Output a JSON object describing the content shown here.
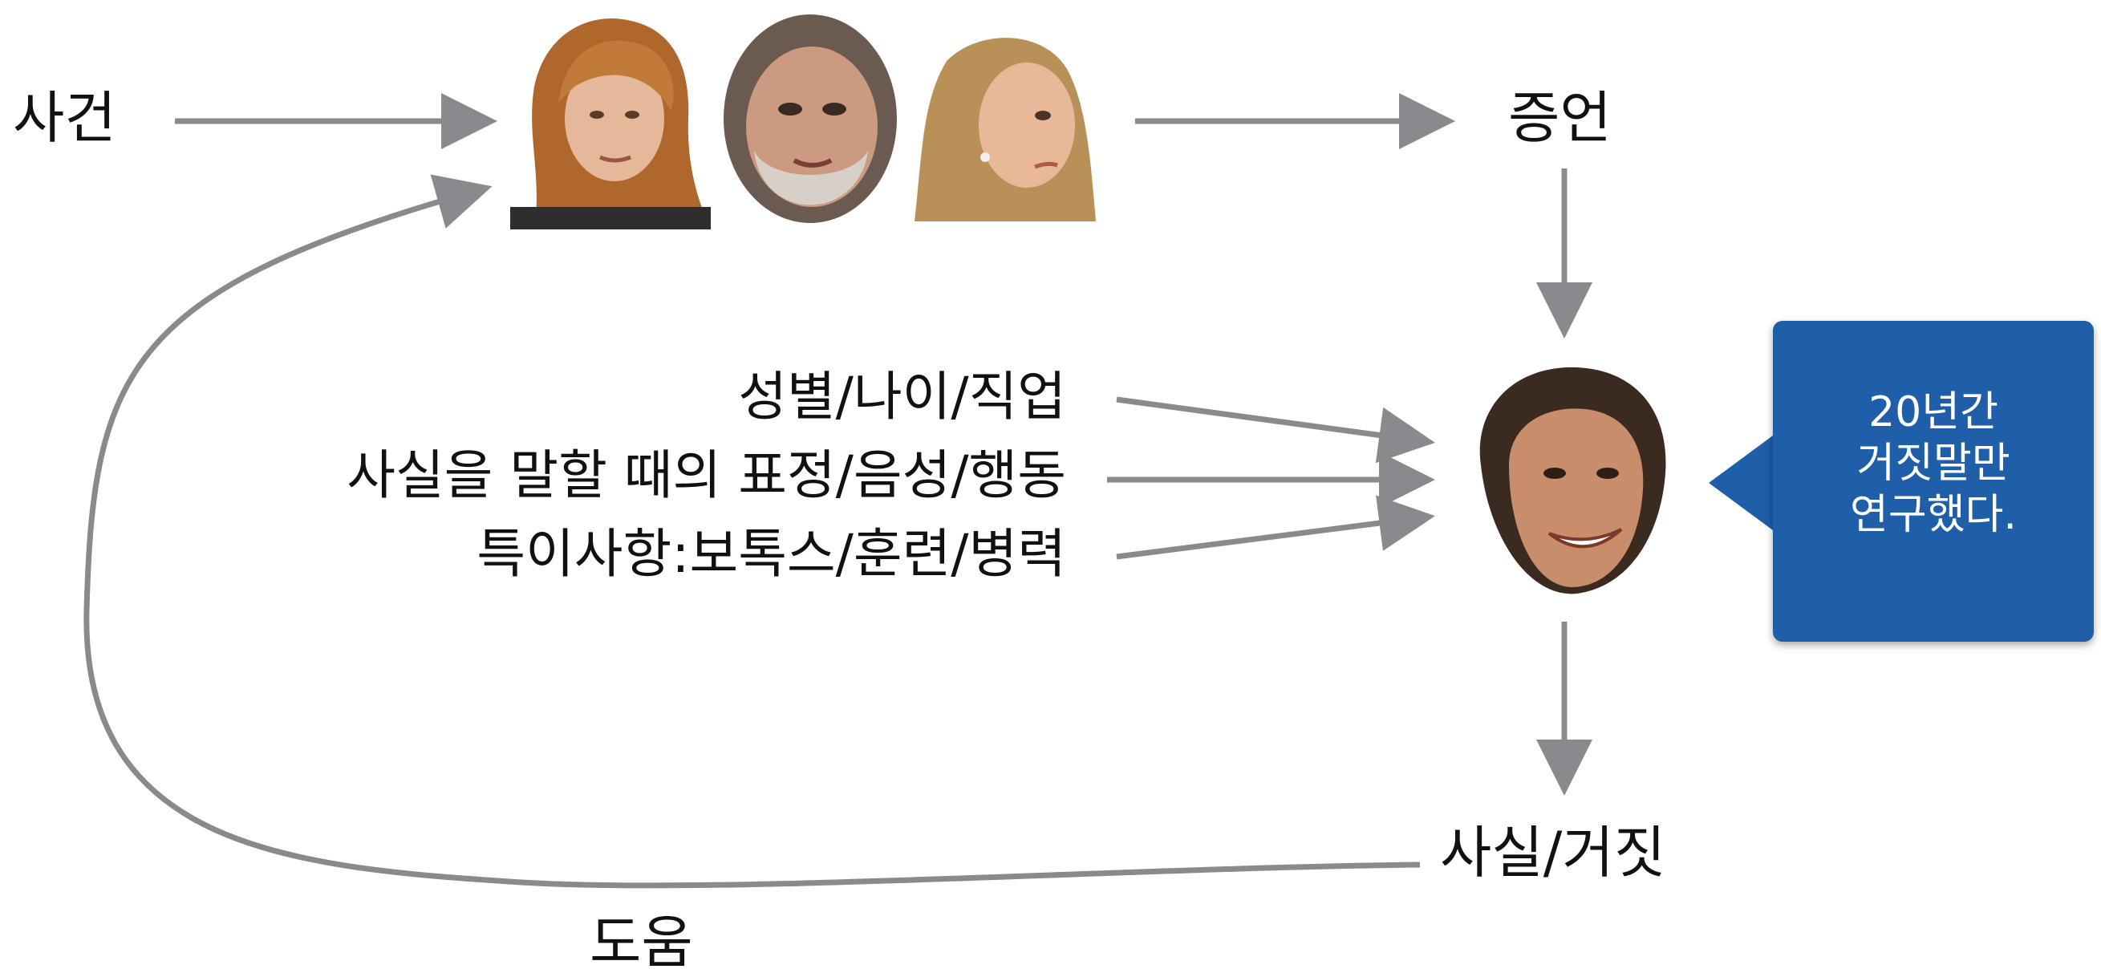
{
  "nodes": {
    "incident": "사건",
    "testimony": "증언",
    "truth_or_lie": "사실/거짓",
    "help": "도움"
  },
  "factors": [
    "성별/나이/직업",
    "사실을 말할 때의 표정/음성/행동",
    "특이사항:보톡스/훈련/병력"
  ],
  "callout": {
    "lines": [
      "20년간",
      "거짓말만",
      "연구했다."
    ]
  },
  "colors": {
    "arrow": "#888a8d",
    "callout_bg": "#1f5ea8",
    "text": "#111111"
  }
}
